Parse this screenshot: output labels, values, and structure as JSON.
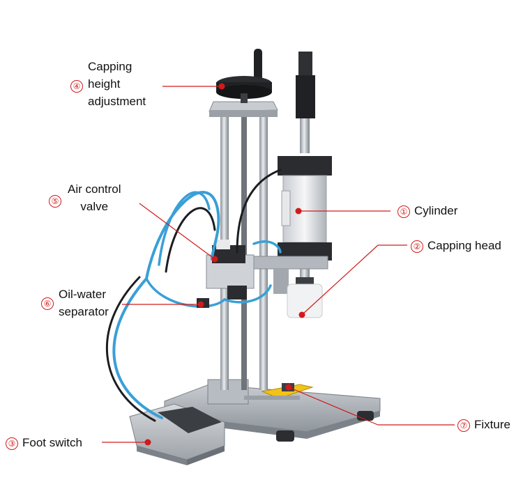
{
  "colors": {
    "accent": "#d11a1a",
    "tube": "#3a9fd6",
    "metal": "#b9bec4"
  },
  "labels": {
    "cylinder": {
      "num": "①",
      "text": "Cylinder"
    },
    "capping_head": {
      "num": "②",
      "text": "Capping head"
    },
    "foot_switch": {
      "num": "③",
      "text": "Foot switch"
    },
    "height_adjustment": {
      "num": "④",
      "lines": [
        "Capping",
        "height",
        "adjustment"
      ]
    },
    "air_valve": {
      "num": "⑤",
      "lines": [
        "Air control",
        "valve"
      ]
    },
    "separator": {
      "num": "⑥",
      "lines": [
        "Oil-water",
        "separator"
      ]
    },
    "fixture": {
      "num": "⑦",
      "text": "Fixture"
    }
  }
}
